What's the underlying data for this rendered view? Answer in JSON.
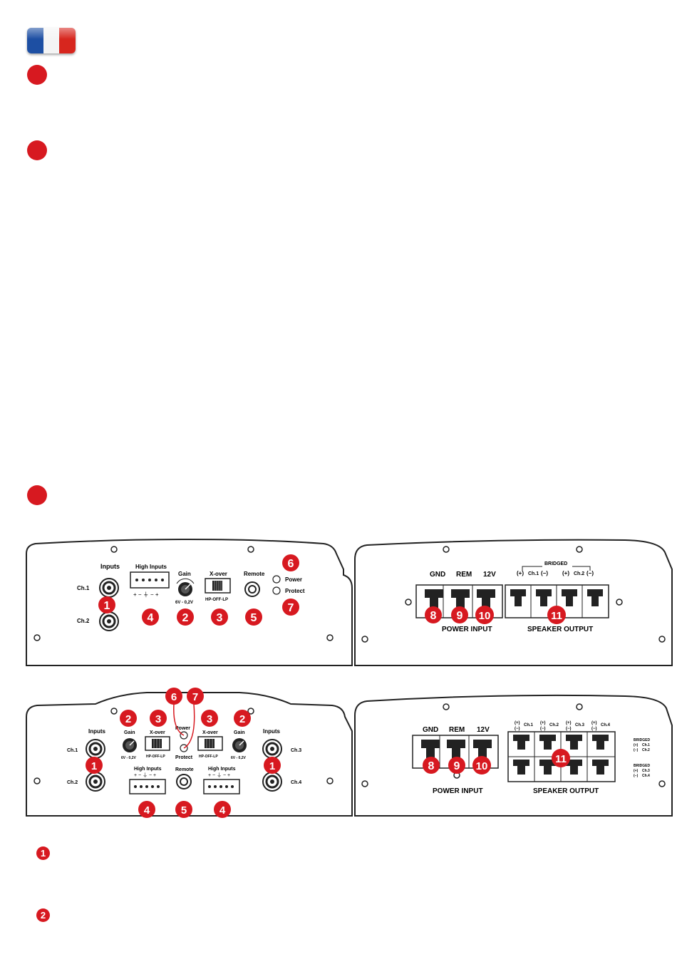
{
  "colors": {
    "accent_red": "#d71920",
    "flag_blue": "#1d4fa3",
    "flag_white": "#f4f4f4",
    "flag_red": "#d7261e"
  },
  "flag": {
    "icon": "france-flag-icon"
  },
  "legend": [
    "1",
    "2"
  ],
  "panels": {
    "a": {
      "inputs": "Inputs",
      "ch1": "Ch.1",
      "ch2": "Ch.2",
      "high_inputs": "High Inputs",
      "high_inputs_marks": "+ − ⏚ − +",
      "gain": "Gain",
      "gain_range": "6V - 0,2V",
      "xover": "X-over",
      "xover_modes": "HP-OFF-LP",
      "remote": "Remote",
      "power": "Power",
      "protect": "Protect",
      "badges": [
        "1",
        "4",
        "2",
        "3",
        "5",
        "6",
        "7"
      ]
    },
    "b": {
      "gnd": "GND",
      "rem": "REM",
      "v12": "12V",
      "bridged": "BRIDGED",
      "ch1": "Ch.1",
      "ch2": "Ch.2",
      "plus": "(+)",
      "minus": "(−)",
      "power_input": "POWER INPUT",
      "speaker_output": "SPEAKER OUTPUT",
      "badges": [
        "8",
        "9",
        "10",
        "11"
      ]
    },
    "c": {
      "inputs": "Inputs",
      "ch1": "Ch.1",
      "ch2": "Ch.2",
      "ch3": "Ch.3",
      "ch4": "Ch.4",
      "gain": "Gain",
      "gain_range": "6V - 0,2V",
      "xover": "X-over",
      "xover_modes": "HP-OFF-LP",
      "high_inputs": "High Inputs",
      "high_inputs_marks": "+ − ⏚ − +",
      "remote": "Remote",
      "power": "Power",
      "protect": "Protect",
      "badges": [
        "1",
        "2",
        "3",
        "6",
        "7",
        "3",
        "2",
        "1",
        "4",
        "5",
        "4"
      ]
    },
    "d": {
      "gnd": "GND",
      "rem": "REM",
      "v12": "12V",
      "ch1": "Ch.1",
      "ch2": "Ch.2",
      "ch3": "Ch.3",
      "ch4": "Ch.4",
      "plus": "(+)",
      "minus": "(−)",
      "bridged": "BRIDGED",
      "b_ch1": "Ch.1",
      "b_ch2": "Ch.2",
      "b_ch3": "Ch.3",
      "b_ch4": "Ch.4",
      "power_input": "POWER INPUT",
      "speaker_output": "SPEAKER OUTPUT",
      "badges": [
        "8",
        "9",
        "10",
        "11"
      ]
    }
  }
}
